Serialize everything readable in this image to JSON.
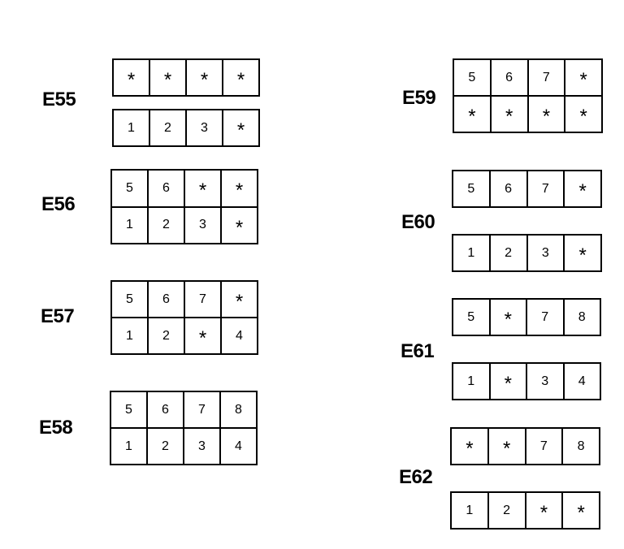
{
  "connectors": [
    {
      "label": "E55",
      "blocks": [
        [
          "*",
          "*",
          "*",
          "*"
        ],
        [
          "1",
          "2",
          "3",
          "*"
        ]
      ]
    },
    {
      "label": "E56",
      "blocks": [
        [
          "5",
          "6",
          "*",
          "*",
          "1",
          "2",
          "3",
          "*"
        ]
      ]
    },
    {
      "label": "E57",
      "blocks": [
        [
          "5",
          "6",
          "7",
          "*",
          "1",
          "2",
          "*",
          "4"
        ]
      ]
    },
    {
      "label": "E58",
      "blocks": [
        [
          "5",
          "6",
          "7",
          "8",
          "1",
          "2",
          "3",
          "4"
        ]
      ]
    },
    {
      "label": "E59",
      "blocks": [
        [
          "5",
          "6",
          "7",
          "*",
          "*",
          "*",
          "*",
          "*"
        ]
      ]
    },
    {
      "label": "E60",
      "blocks": [
        [
          "5",
          "6",
          "7",
          "*"
        ],
        [
          "1",
          "2",
          "3",
          "*"
        ]
      ]
    },
    {
      "label": "E61",
      "blocks": [
        [
          "5",
          "*",
          "7",
          "8"
        ],
        [
          "1",
          "*",
          "3",
          "4"
        ]
      ]
    },
    {
      "label": "E62",
      "blocks": [
        [
          "*",
          "*",
          "7",
          "8"
        ],
        [
          "1",
          "2",
          "*",
          "*"
        ]
      ]
    }
  ]
}
